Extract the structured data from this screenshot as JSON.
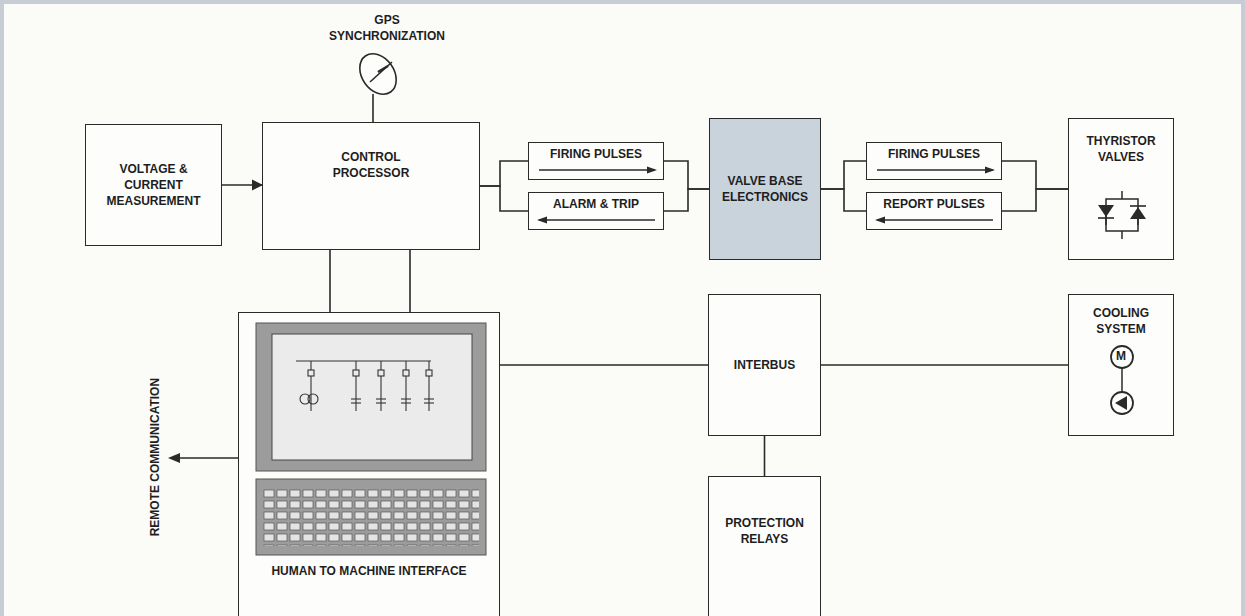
{
  "diagram": {
    "nodes": [
      {
        "text": [
          "VOLTAGE & CURRENT MEASUREMENT"
        ]
      },
      {
        "text": [
          "CONTROL PROCESSOR"
        ]
      },
      {
        "text": [
          "FIRING PULSES"
        ]
      },
      {
        "text": [
          "ALARM & TRIP"
        ]
      },
      {
        "text": [
          "VALVE BASE ELECTRONICS"
        ]
      },
      {
        "text": [
          "FIRING PULSES"
        ]
      },
      {
        "text": [
          "REPORT PULSES"
        ]
      },
      {
        "text": [
          "THYRISTOR VALVES"
        ]
      },
      {
        "text": [
          "HUMAN TO MACHINE INTERFACE"
        ]
      },
      {
        "text": [
          "INTERBUS"
        ]
      },
      {
        "text": [
          "COOLING SYSTEM"
        ]
      },
      {
        "text": [
          "PROTECTION RELAYS"
        ]
      }
    ],
    "edges": [
      {
        "from": 0,
        "to": 1,
        "arrow": "to"
      },
      {
        "from": 1,
        "to": 2,
        "arrow": "none"
      },
      {
        "from": 1,
        "to": 3,
        "arrow": "none"
      },
      {
        "from": 2,
        "to": 4,
        "arrow": "none"
      },
      {
        "from": 3,
        "to": 4,
        "arrow": "none"
      },
      {
        "from": 4,
        "to": 5,
        "arrow": "none"
      },
      {
        "from": 4,
        "to": 6,
        "arrow": "none"
      },
      {
        "from": 5,
        "to": 7,
        "arrow": "none"
      },
      {
        "from": 6,
        "to": 7,
        "arrow": "none"
      },
      {
        "from": 1,
        "to": 8,
        "arrow": "none"
      },
      {
        "from": 1,
        "to": 9,
        "arrow": "none"
      },
      {
        "from": 9,
        "to": 10,
        "arrow": "none"
      },
      {
        "from": 9,
        "to": 11,
        "arrow": "none"
      }
    ],
    "labels": [
      "GPS SYNCHRONIZATION",
      "REMOTE COMMUNICATION",
      "M"
    ]
  }
}
